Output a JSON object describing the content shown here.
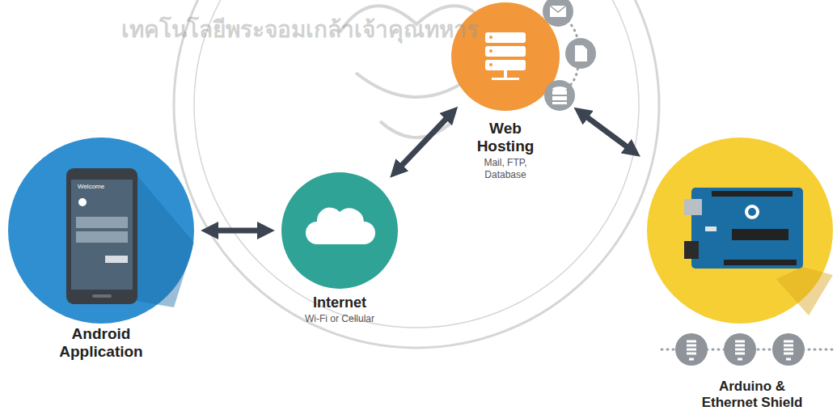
{
  "diagram": {
    "nodes": [
      {
        "text": [
          "Android Application"
        ]
      },
      {
        "text": [
          "Internet",
          "Wi-Fi or Cellular"
        ]
      },
      {
        "text": [
          "Web Hosting",
          "Mail, FTP, Database"
        ]
      },
      {
        "text": [
          "Arduino & Ethernet Shield"
        ]
      }
    ],
    "edges": [
      {
        "from": 0,
        "to": 1,
        "arrow": "both"
      },
      {
        "from": 1,
        "to": 2,
        "arrow": "both"
      },
      {
        "from": 2,
        "to": 3,
        "arrow": "both"
      }
    ],
    "labels": [
      "Welcome",
      "เทคโนโลยีพระจอมเกล้าเจ้าคุณทหาร"
    ]
  }
}
